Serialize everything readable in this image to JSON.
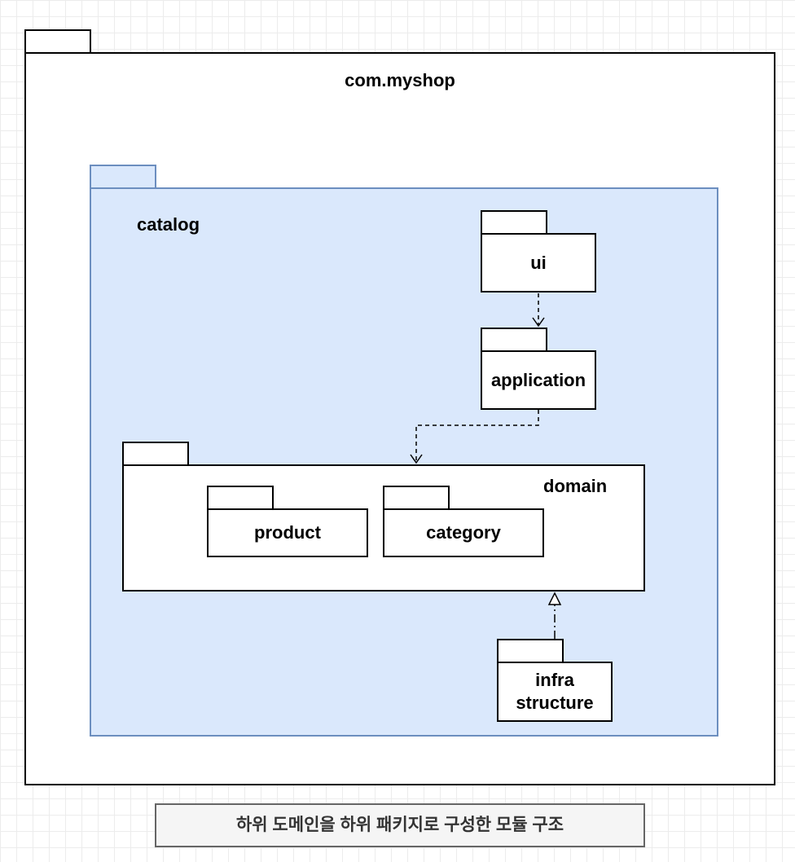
{
  "packages": {
    "root": "com.myshop",
    "catalog": "catalog",
    "ui": "ui",
    "application": "application",
    "domain": "domain",
    "product": "product",
    "category": "category",
    "infra_line1": "infra",
    "infra_line2": "structure"
  },
  "caption": "하위 도메인을 하위 패키지로 구성한 모듈 구조",
  "colors": {
    "catalog_fill": "#dae8fc",
    "catalog_border": "#6c8ebf",
    "caption_fill": "#f5f5f5"
  }
}
